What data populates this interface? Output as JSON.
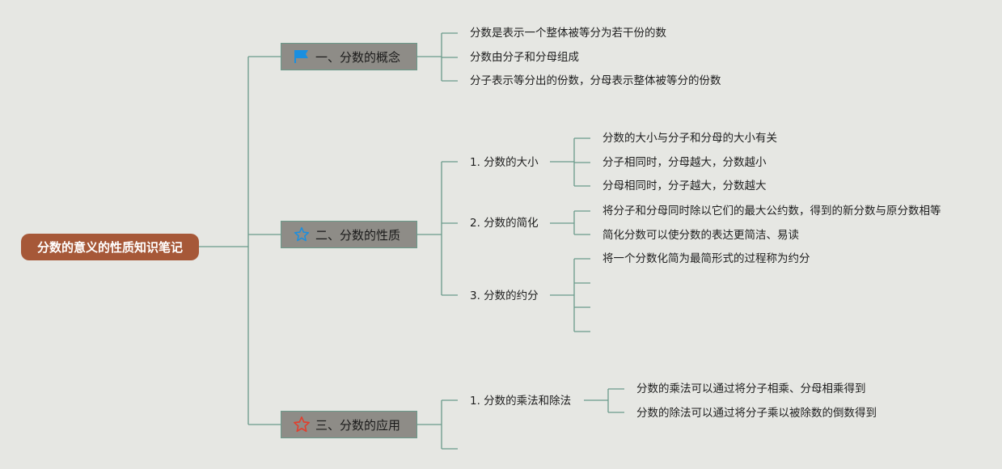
{
  "root": {
    "title": "分数的意义的性质知识笔记"
  },
  "topics": [
    {
      "label": "一、分数的概念",
      "icon": "flag-icon",
      "children": [
        "分数是表示一个整体被等分为若干份的数",
        "分数由分子和分母组成",
        "分子表示等分出的份数，分母表示整体被等分的份数"
      ]
    },
    {
      "label": "二、分数的性质",
      "icon": "star-outline-blue-icon",
      "subtopics": [
        {
          "label": "1. 分数的大小",
          "children": [
            "分数的大小与分子和分母的大小有关",
            "分子相同时，分母越大，分数越小",
            "分母相同时，分子越大，分数越大"
          ]
        },
        {
          "label": "2. 分数的简化",
          "children": [
            "将分子和分母同时除以它们的最大公约数，得到的新分数与原分数相等",
            "简化分数可以使分数的表达更简洁、易读"
          ]
        },
        {
          "label": "3. 分数的约分",
          "children": [
            "将一个分数化简为最简形式的过程称为约分"
          ]
        }
      ]
    },
    {
      "label": "三、分数的应用",
      "icon": "star-outline-red-icon",
      "subtopics": [
        {
          "label": "1. 分数的乘法和除法",
          "children": [
            "分数的乘法可以通过将分子相乘、分母相乘得到",
            "分数的除法可以通过将分子乘以被除数的倒数得到"
          ]
        }
      ]
    }
  ],
  "colors": {
    "background": "#e6e7e3",
    "root": "#a65838",
    "topic": "#8e8c87",
    "line": "#6a9a8a",
    "flag": "#1a8fe0",
    "star_blue": "#1a8fe0",
    "star_red": "#e0402f"
  }
}
